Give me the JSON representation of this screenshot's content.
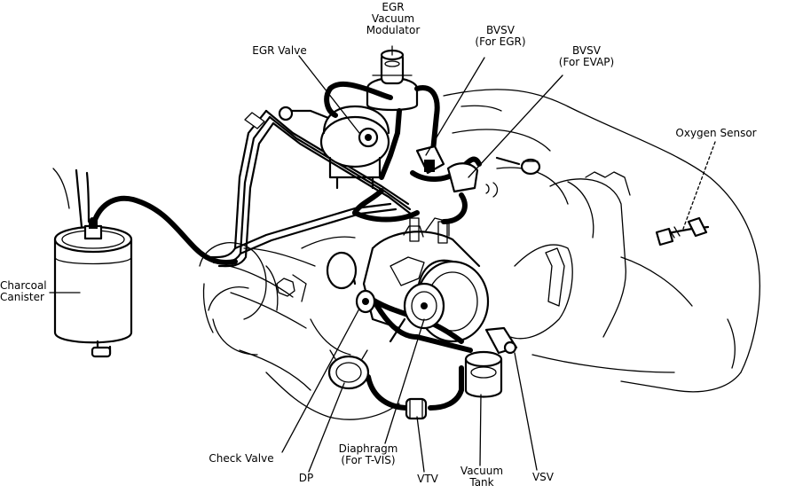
{
  "labels": {
    "egr_modulator": [
      "EGR",
      "Vacuum",
      "Modulator"
    ],
    "egr_valve": "EGR Valve",
    "bvsv_egr": [
      "BVSV",
      "(For EGR)"
    ],
    "bvsv_evap": [
      "BVSV",
      "(For EVAP)"
    ],
    "oxygen_sensor": "Oxygen Sensor",
    "charcoal_canister": [
      "Charcoal",
      "Canister"
    ],
    "check_valve": "Check Valve",
    "dp": "DP",
    "diaphragm": [
      "Diaphragm",
      "(For T-VIS)"
    ],
    "vtv": "VTV",
    "vacuum_tank": [
      "Vacuum",
      "Tank"
    ],
    "vsv": "VSV"
  },
  "colors": {
    "ink": "#000000",
    "paper": "#ffffff"
  }
}
